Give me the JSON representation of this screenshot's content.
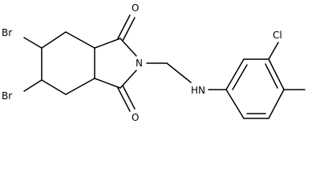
{
  "atoms": {
    "br_upper": "Br",
    "br_lower": "Br",
    "o_upper": "O",
    "o_lower": "O",
    "n_imide": "N",
    "nh_amine": "HN",
    "cl": "Cl"
  }
}
